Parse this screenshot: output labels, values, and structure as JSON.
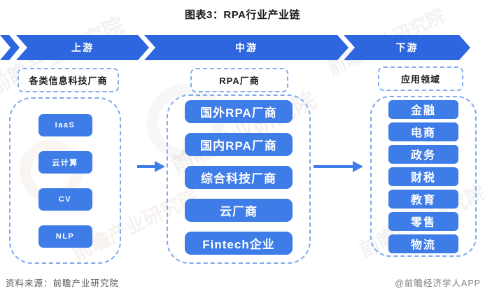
{
  "title": "图表3：RPA行业产业链",
  "banner": {
    "segments": [
      {
        "label": "上游"
      },
      {
        "label": "中游"
      },
      {
        "label": "下游"
      }
    ]
  },
  "columns": [
    {
      "header": "各类信息科技厂商",
      "items": [
        "IaaS",
        "云计算",
        "CV",
        "NLP"
      ]
    },
    {
      "header": "RPA厂商",
      "items": [
        "国外RPA厂商",
        "国内RPA厂商",
        "综合科技厂商",
        "云厂商",
        "Fintech企业"
      ]
    },
    {
      "header": "应用领域",
      "items": [
        "金融",
        "电商",
        "政务",
        "财税",
        "教育",
        "零售",
        "物流"
      ]
    }
  ],
  "footer": {
    "source": "资料来源：前瞻产业研究院",
    "credit": "@前瞻经济学人APP"
  },
  "watermark": {
    "text": "前瞻产业研究院"
  },
  "colors": {
    "banner_blue": "#2d66df",
    "chip_blue": "#3e7ce8",
    "dash_border": "#7fa8f0",
    "arrow_blue": "#3e7ce8"
  }
}
